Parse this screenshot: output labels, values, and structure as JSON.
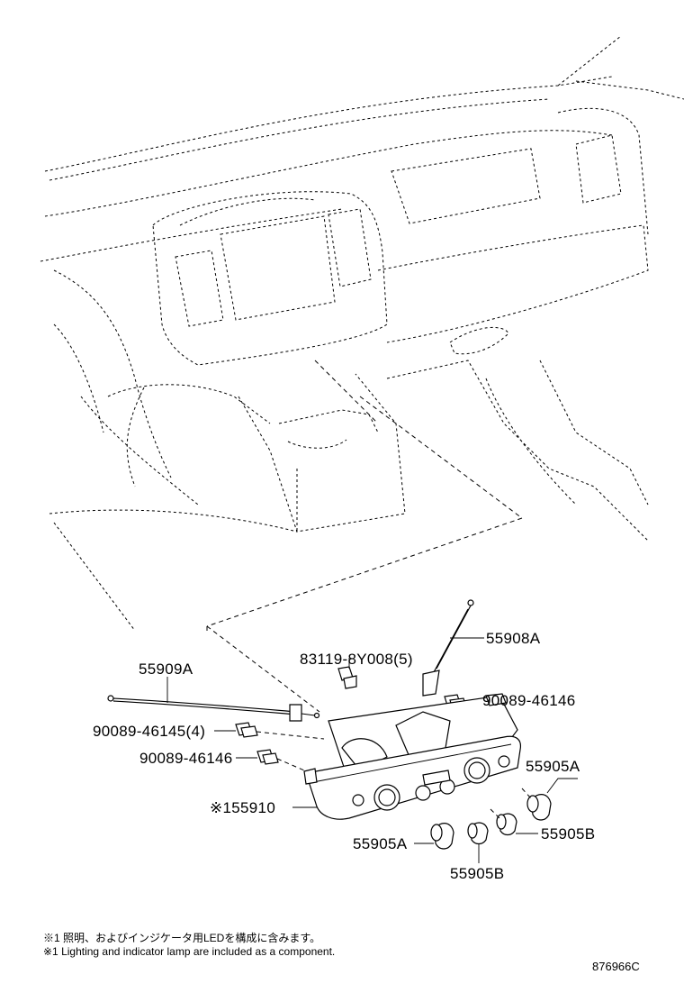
{
  "parts": {
    "p55908A": "55908A",
    "p55909A": "55909A",
    "p83119": "83119-8Y008(5)",
    "p90089_46146_upper": "90089-46146",
    "p90089_46145": "90089-46145(4)",
    "p90089_46146_lower": "90089-46146",
    "p55905A_right": "55905A",
    "p55910": "※155910",
    "p55905A_left": "55905A",
    "p55905B_right": "55905B",
    "p55905B_lower": "55905B"
  },
  "notes": {
    "jp": "※1 照明、およびインジケータ用LEDを構成に含みます。",
    "en": "※1 Lighting and indicator lamp are included as a component."
  },
  "diagram_id": "876966C"
}
